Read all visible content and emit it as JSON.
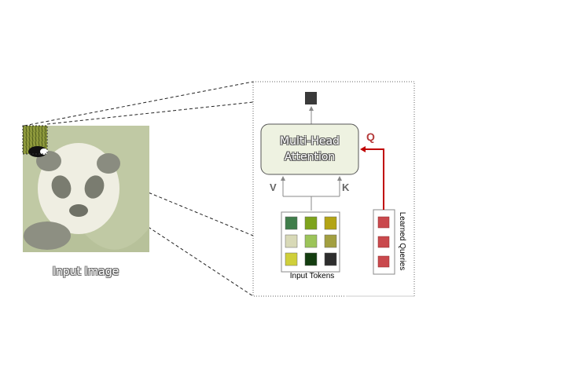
{
  "diagram": {
    "input_caption": "Input Image",
    "attention_label_line1": "Multi-Head",
    "attention_label_line2": "Attention",
    "v_label": "V",
    "k_label": "K",
    "q_label": "Q",
    "tokens_caption": "Input Tokens",
    "queries_caption": "Learned Queries",
    "token_colors": [
      "#3f7d4a",
      "#7ea31c",
      "#b3a414",
      "#d8d9b7",
      "#9cc459",
      "#a29f40",
      "#cfcf3a",
      "#143d10",
      "#2d2d2d"
    ],
    "query_color": "#c9494d",
    "query_count": 3,
    "output_token_color": "#3a3a3a",
    "attention_fill": "#eef2e1",
    "arrow_red": "#c00000"
  }
}
